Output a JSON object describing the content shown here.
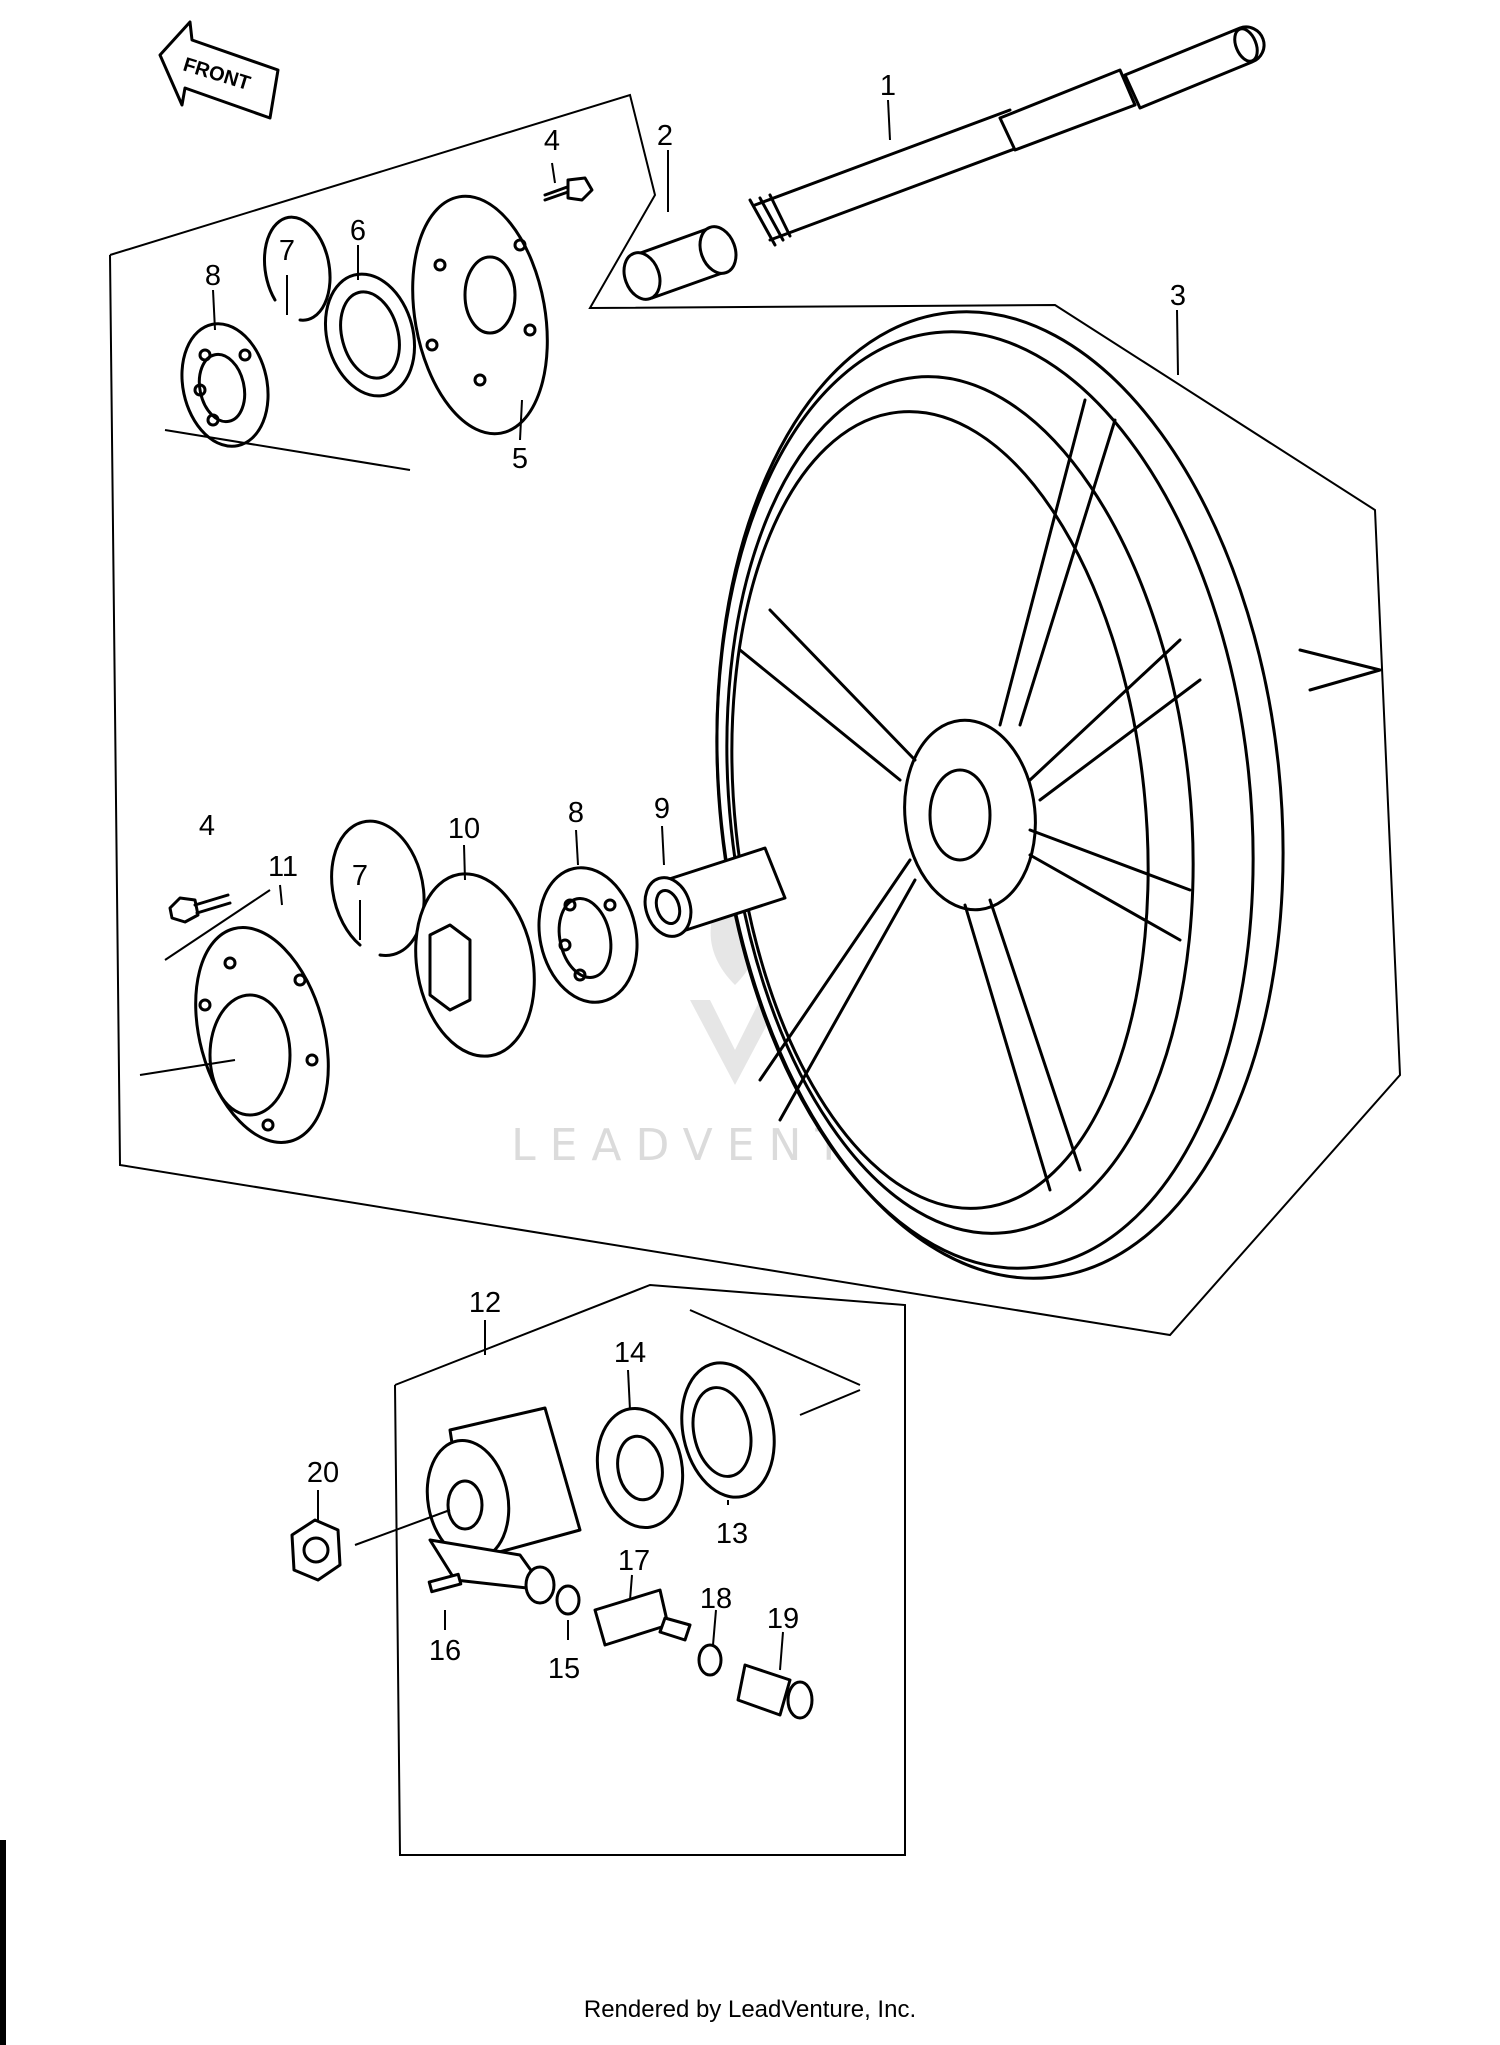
{
  "front_arrow": {
    "label": "FRONT"
  },
  "watermark": {
    "brand": "LEADVENTURE"
  },
  "footer": {
    "text": "Rendered by LeadVenture, Inc."
  },
  "callouts": [
    {
      "id": "c1",
      "number": "1"
    },
    {
      "id": "c2",
      "number": "2"
    },
    {
      "id": "c3",
      "number": "3"
    },
    {
      "id": "c4a",
      "number": "4"
    },
    {
      "id": "c5",
      "number": "5"
    },
    {
      "id": "c6",
      "number": "6"
    },
    {
      "id": "c7a",
      "number": "7"
    },
    {
      "id": "c8a",
      "number": "8"
    },
    {
      "id": "c4b",
      "number": "4"
    },
    {
      "id": "c11",
      "number": "11"
    },
    {
      "id": "c7b",
      "number": "7"
    },
    {
      "id": "c10",
      "number": "10"
    },
    {
      "id": "c8b",
      "number": "8"
    },
    {
      "id": "c9",
      "number": "9"
    },
    {
      "id": "c12",
      "number": "12"
    },
    {
      "id": "c14",
      "number": "14"
    },
    {
      "id": "c20",
      "number": "20"
    },
    {
      "id": "c13",
      "number": "13"
    },
    {
      "id": "c17",
      "number": "17"
    },
    {
      "id": "c18",
      "number": "18"
    },
    {
      "id": "c19",
      "number": "19"
    },
    {
      "id": "c16",
      "number": "16"
    },
    {
      "id": "c15",
      "number": "15"
    }
  ]
}
